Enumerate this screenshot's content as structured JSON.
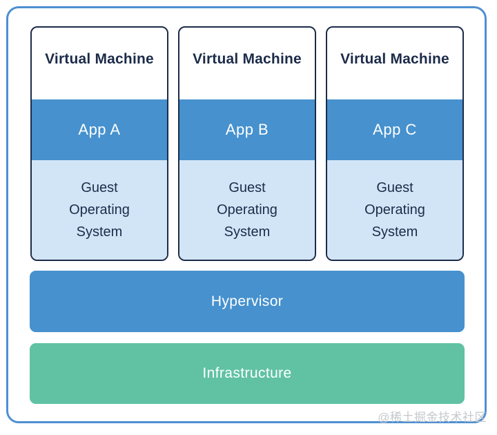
{
  "diagram": {
    "vms": [
      {
        "title": "Virtual Machine",
        "app_label": "App A",
        "os_label": "Guest Operating System"
      },
      {
        "title": "Virtual Machine",
        "app_label": "App B",
        "os_label": "Guest Operating System"
      },
      {
        "title": "Virtual Machine",
        "app_label": "App C",
        "os_label": "Guest Operating System"
      }
    ],
    "hypervisor": {
      "label": "Hypervisor"
    },
    "infrastructure": {
      "label": "Infrastructure"
    },
    "watermark": "@稀土掘金技术社区",
    "colors": {
      "app_band_blue": "#4691ce",
      "guest_os_light_blue": "#d2e5f6",
      "hypervisor_blue": "#4691ce",
      "infrastructure_green": "#60c2a2",
      "vm_border_navy": "#1c2b49",
      "text_navy": "#1c2b49",
      "outer_frame_blue": "#4e8fd2",
      "watermark_gray": "#c5c8cb"
    }
  }
}
